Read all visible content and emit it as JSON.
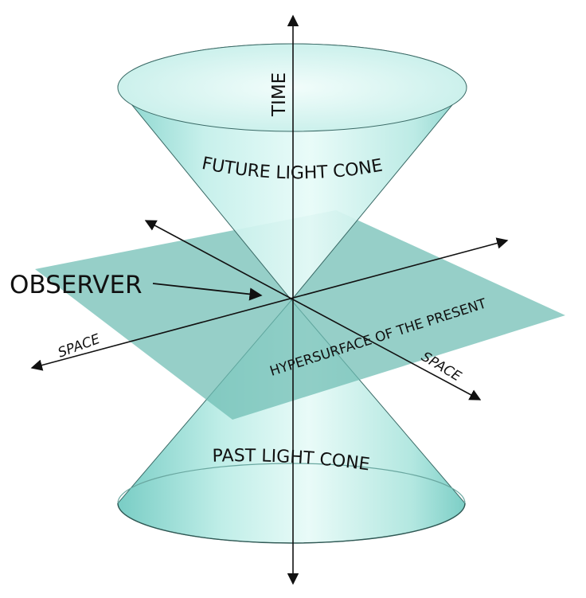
{
  "labels": {
    "time": "TIME",
    "future_cone": "FUTURE LIGHT CONE",
    "past_cone": "PAST LIGHT CONE",
    "observer": "OBSERVER",
    "space_left": "SPACE",
    "space_right": "SPACE",
    "hypersurface": "HYPERSURFACE OF THE PRESENT"
  },
  "colors": {
    "cone_fill": "#c9f0ec",
    "cone_edge": "#3a6a66",
    "plane_fill": "#6dbdb3",
    "axis": "#111111"
  }
}
